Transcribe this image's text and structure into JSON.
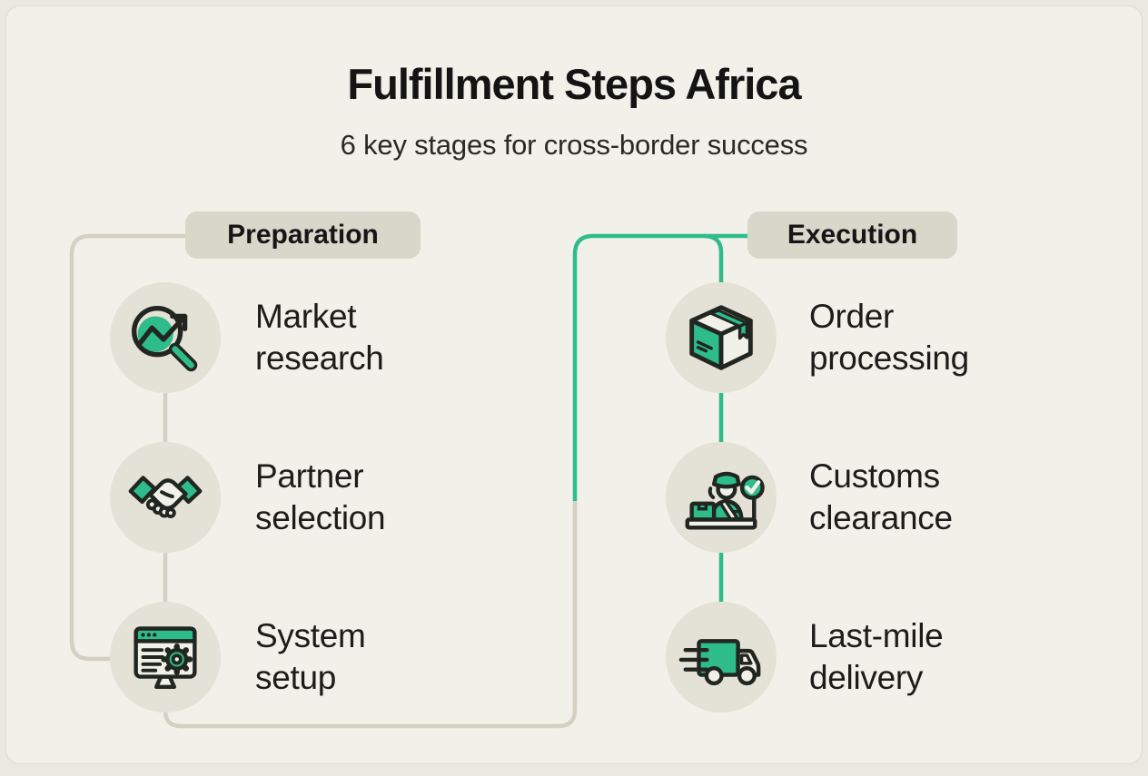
{
  "title": "Fulfillment Steps Africa",
  "subtitle": "6 key stages for cross-border success",
  "columns": [
    {
      "badge": "Preparation",
      "items": [
        {
          "label": "Market research",
          "icon": "market-research-icon"
        },
        {
          "label": "Partner selection",
          "icon": "handshake-icon"
        },
        {
          "label": "System setup",
          "icon": "system-setup-icon"
        }
      ]
    },
    {
      "badge": "Execution",
      "items": [
        {
          "label": "Order processing",
          "icon": "package-box-icon"
        },
        {
          "label": "Customs clearance",
          "icon": "customs-officer-icon"
        },
        {
          "label": "Last-mile delivery",
          "icon": "delivery-truck-icon"
        }
      ]
    }
  ],
  "colors": {
    "accent_green": "#2ebc8b",
    "line_gray": "#d4d0c2",
    "circle_bg": "#e4e1d6",
    "badge_bg": "#d9d6ca",
    "card_bg": "#f1f0e9",
    "page_bg": "#e9e8e1",
    "icon_outline": "#212621",
    "text_dark": "#1c1c1a"
  }
}
